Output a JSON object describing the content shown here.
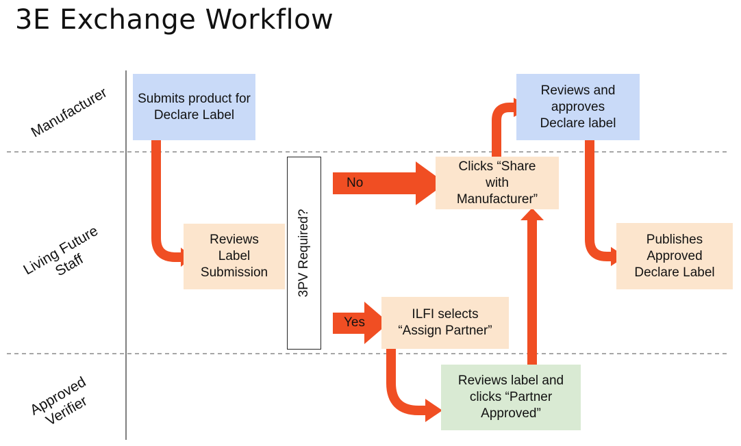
{
  "title": "3E Exchange Workflow",
  "lanes": {
    "manufacturer": "Manufacturer",
    "staff": "Living Future Staff",
    "verifier": "Approved Verifier"
  },
  "decision": "3PV Required?",
  "branch_labels": {
    "no": "No",
    "yes": "Yes"
  },
  "steps": {
    "submit": "Submits product for Declare Label",
    "review_submission": "Reviews Label Submission",
    "share": "Clicks “Share with Manufacturer”",
    "assign": "ILFI selects “Assign Partner”",
    "partner_approved": "Reviews label and clicks “Partner Approved”",
    "manufacturer_approves": "Reviews and approves Declare label",
    "publish": "Publishes Approved Declare Label"
  },
  "colors": {
    "arrow": "#f04e23",
    "manufacturer_box": "#c9daf8",
    "staff_box": "#fce5cd",
    "verifier_box": "#d9ead3"
  }
}
